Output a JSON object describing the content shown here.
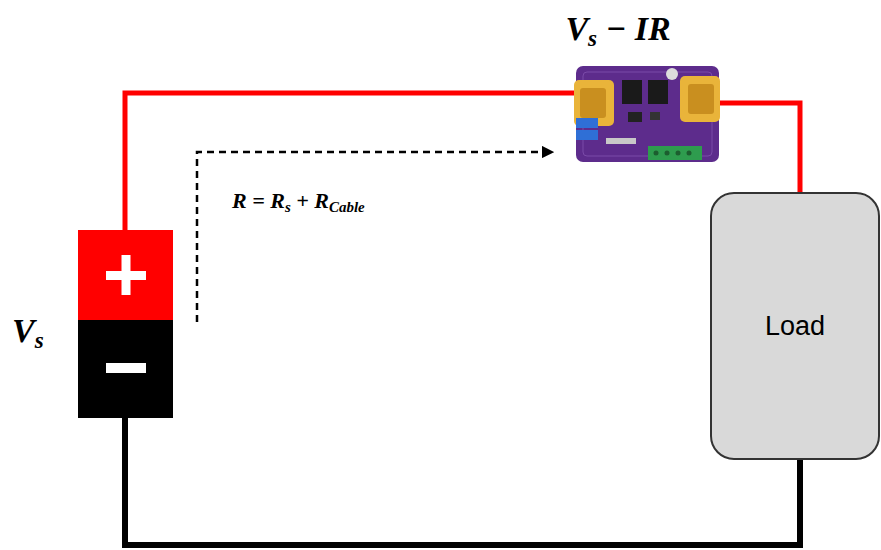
{
  "diagram": {
    "nodes": [
      {
        "text": [
          "Load"
        ]
      }
    ],
    "labels": [
      "Vs − IR",
      "R = Rs + RCable",
      "Vs"
    ]
  }
}
